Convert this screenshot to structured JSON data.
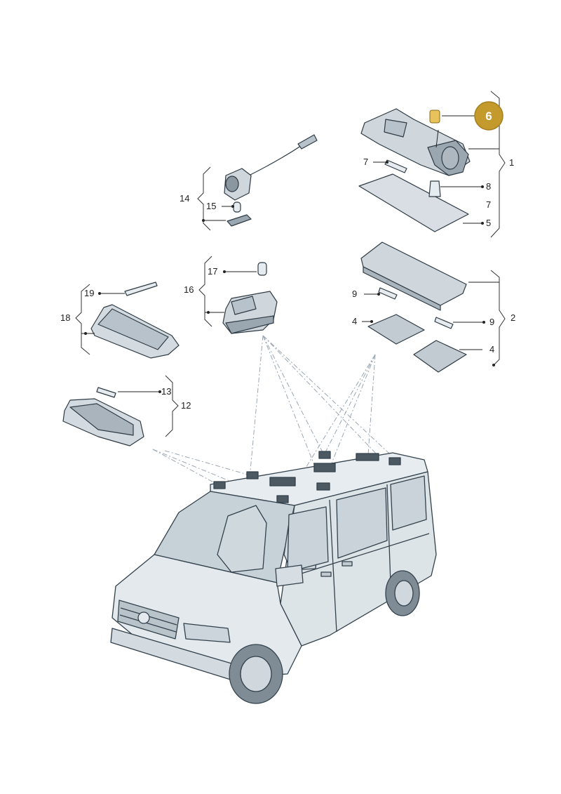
{
  "callouts": {
    "c1": "1",
    "c2": "2",
    "c4a": "4",
    "c4b": "4",
    "c5": "5",
    "c7a": "7",
    "c7b": "7",
    "c8": "8",
    "c9a": "9",
    "c9b": "9",
    "c12": "12",
    "c13": "13",
    "c14": "14",
    "c15": "15",
    "c16": "16",
    "c17": "17",
    "c18": "18",
    "c19": "19"
  },
  "highlight": {
    "label": "6",
    "color": "#c49a2c"
  },
  "colors": {
    "part_fill": "#cfd6dc",
    "part_dark": "#9aa6b0",
    "van_fill": "#dfe6ea",
    "glass": "#bdc8cf"
  }
}
